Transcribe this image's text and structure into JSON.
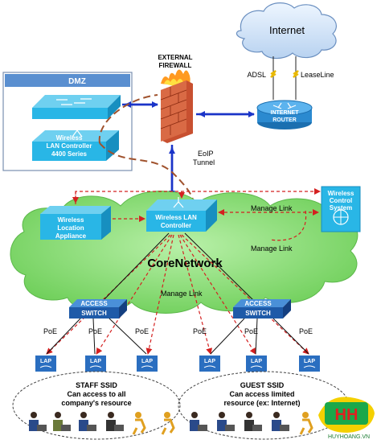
{
  "internet": {
    "label": "Internet"
  },
  "firewall": {
    "label_line1": "EXTERNAL",
    "label_line2": "FIREWALL"
  },
  "dmz": {
    "label": "DMZ",
    "controller": {
      "line1": "Wireless",
      "line2": "LAN Controller",
      "line3": "4400 Series"
    }
  },
  "links": {
    "adsl": "ADSL",
    "leaseline": "LeaseLine",
    "eoip_line1": "EoIP",
    "eoip_line2": "Tunnel",
    "manage_link": "Manage Link"
  },
  "router": {
    "line1": "INTERNET",
    "line2": "ROUTER"
  },
  "wlc": {
    "line1": "Wireless LAN",
    "line2": "Controller"
  },
  "wla": {
    "line1": "Wireless",
    "line2": "Location",
    "line3": "Appliance"
  },
  "wcs": {
    "line1": "Wireless",
    "line2": "Control",
    "line3": "System"
  },
  "core": {
    "label": "CoreNetwork"
  },
  "switches": [
    {
      "line1": "ACCESS",
      "line2": "SWITCH"
    },
    {
      "line1": "ACCESS",
      "line2": "SWITCH"
    }
  ],
  "poe": "PoE",
  "lap": "LAP",
  "ssids": [
    {
      "title": "STAFF SSID",
      "line1": "Can access to all",
      "line2": "company's resource"
    },
    {
      "title": "GUEST SSID",
      "line1": "Can access limited",
      "line2": "resource (ex: Internet)"
    }
  ],
  "watermark": "HUYHOANG.VN",
  "colors": {
    "cyan_device": "#29b6e6",
    "dark_blue_device": "#1e5aa8",
    "link_blue": "#1a34c8",
    "manage_red": "#d42020",
    "tunnel_brown": "#a0522d",
    "cloud_green": "#8fe07a"
  }
}
